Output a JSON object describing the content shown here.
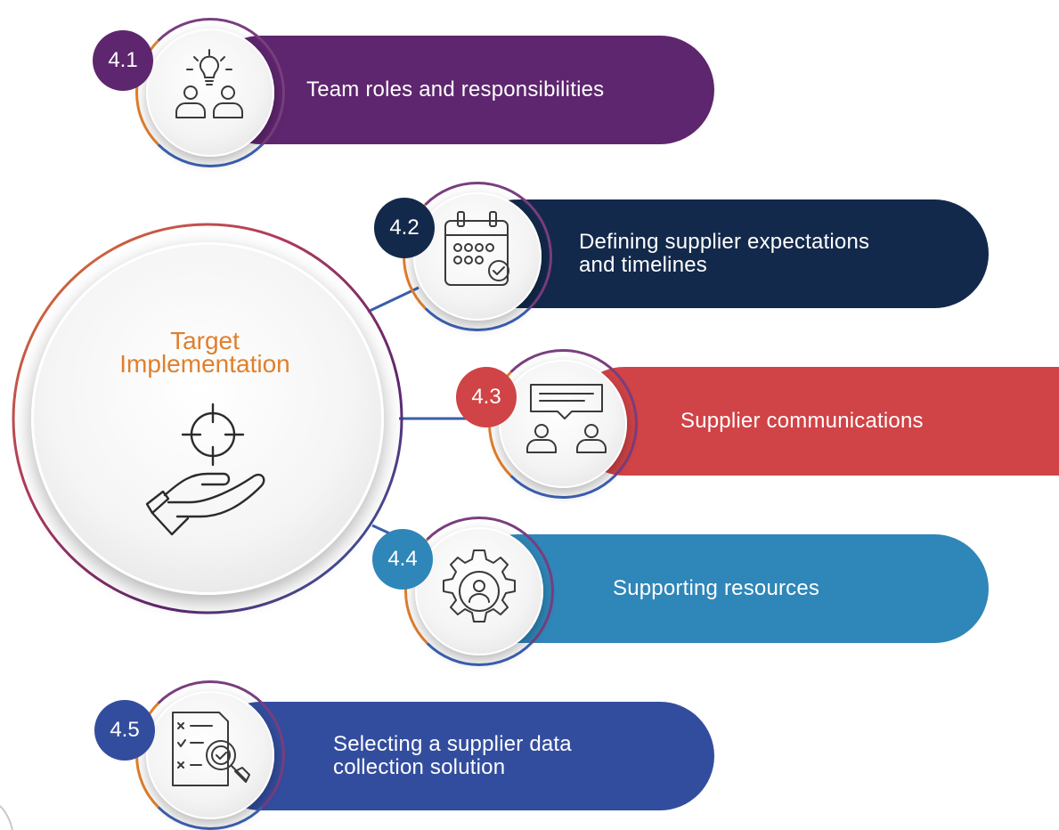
{
  "hub": {
    "title_line1": "Target",
    "title_line2": "Implementation",
    "icon": "target-in-hand-icon",
    "title_color": "#E07F2C"
  },
  "items": [
    {
      "number": "4.1",
      "label_lines": [
        "Team roles and responsibilities"
      ],
      "color": "#5E266E",
      "icon": "team-idea-icon"
    },
    {
      "number": "4.2",
      "label_lines": [
        "Defining supplier expectations",
        "and timelines"
      ],
      "color": "#13294B",
      "icon": "calendar-check-icon"
    },
    {
      "number": "4.3",
      "label_lines": [
        "Supplier communications"
      ],
      "color": "#D04346",
      "icon": "people-speech-icon"
    },
    {
      "number": "4.4",
      "label_lines": [
        "Supporting resources"
      ],
      "color": "#2F86B8",
      "icon": "gear-person-icon"
    },
    {
      "number": "4.5",
      "label_lines": [
        "Selecting a supplier data",
        "collection solution"
      ],
      "color": "#334D9E",
      "icon": "checklist-magnifier-icon"
    }
  ]
}
